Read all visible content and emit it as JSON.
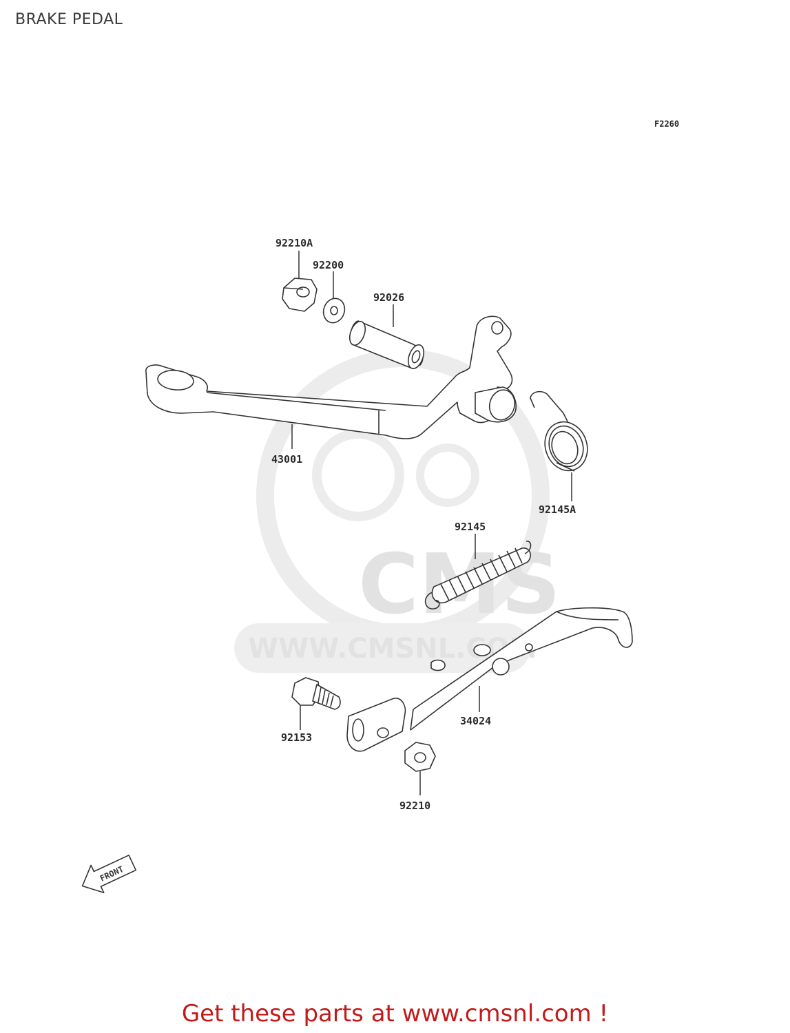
{
  "header": {
    "title": "BRAKE PEDAL"
  },
  "diagram": {
    "figure_code": "F2260",
    "watermark": {
      "brand": "CMS",
      "url": "WWW.CMSNL.COM"
    },
    "front_indicator": "FRONT",
    "callouts": {
      "p92210A": "92210A",
      "p92200": "92200",
      "p92026": "92026",
      "p43001": "43001",
      "p92145A": "92145A",
      "p92145": "92145",
      "p92153": "92153",
      "p34024": "34024",
      "p92210": "92210"
    }
  },
  "footer": {
    "link_text": "Get these parts at www.cmsnl.com !"
  },
  "colors": {
    "footer_link": "#c21a1a",
    "line_art": "#333333",
    "watermark": "#e2e2e2"
  }
}
